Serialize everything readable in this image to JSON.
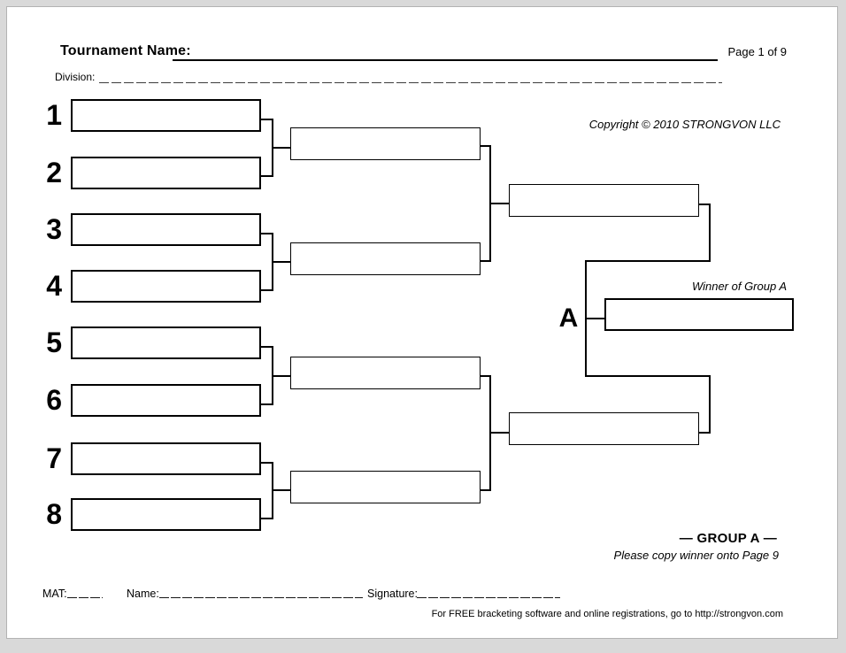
{
  "header": {
    "tournament_label": "Tournament Name:",
    "page_number": "Page 1 of 9",
    "division_label": "Division:",
    "copyright": "Copyright © 2010 STRONGVON LLC"
  },
  "bracket": {
    "seeds": [
      "1",
      "2",
      "3",
      "4",
      "5",
      "6",
      "7",
      "8"
    ],
    "group_letter": "A",
    "winner_caption": "Winner of Group A",
    "group_title": "— GROUP A —",
    "group_note": "Please copy winner onto Page 9"
  },
  "footer": {
    "mat_label": "MAT:",
    "name_label": "Name:",
    "signature_label": "Signature:",
    "promo": "For FREE bracketing software and online registrations, go to http://strongvon.com"
  },
  "colors": {
    "ink": "#000000",
    "page": "#ffffff",
    "surround": "#d9d9d9"
  }
}
